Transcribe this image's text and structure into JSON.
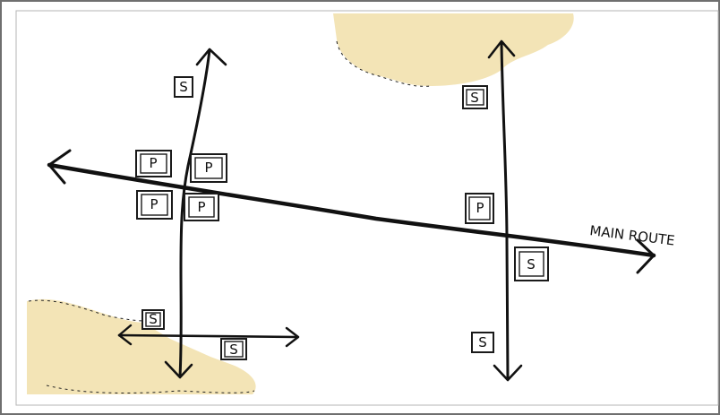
{
  "colors": {
    "ink": "#111111",
    "wash": "#f1dfa9",
    "frame": "#6f6f6f",
    "paper": "#ffffff"
  },
  "main_route_label": "MAIN ROUTE",
  "symbols": {
    "secondary": "S",
    "primary": "P"
  },
  "marker_text": {
    "s_top_left": "S",
    "s_top_right": "S",
    "s_right_lower": "S",
    "s_right_bottom": "S",
    "s_bottom_left_upper": "S",
    "s_bottom_left_lower": "S",
    "p_upper_left": "P",
    "p_upper_right": "P",
    "p_lower_left": "P",
    "p_lower_right": "P",
    "p_right": "P"
  }
}
